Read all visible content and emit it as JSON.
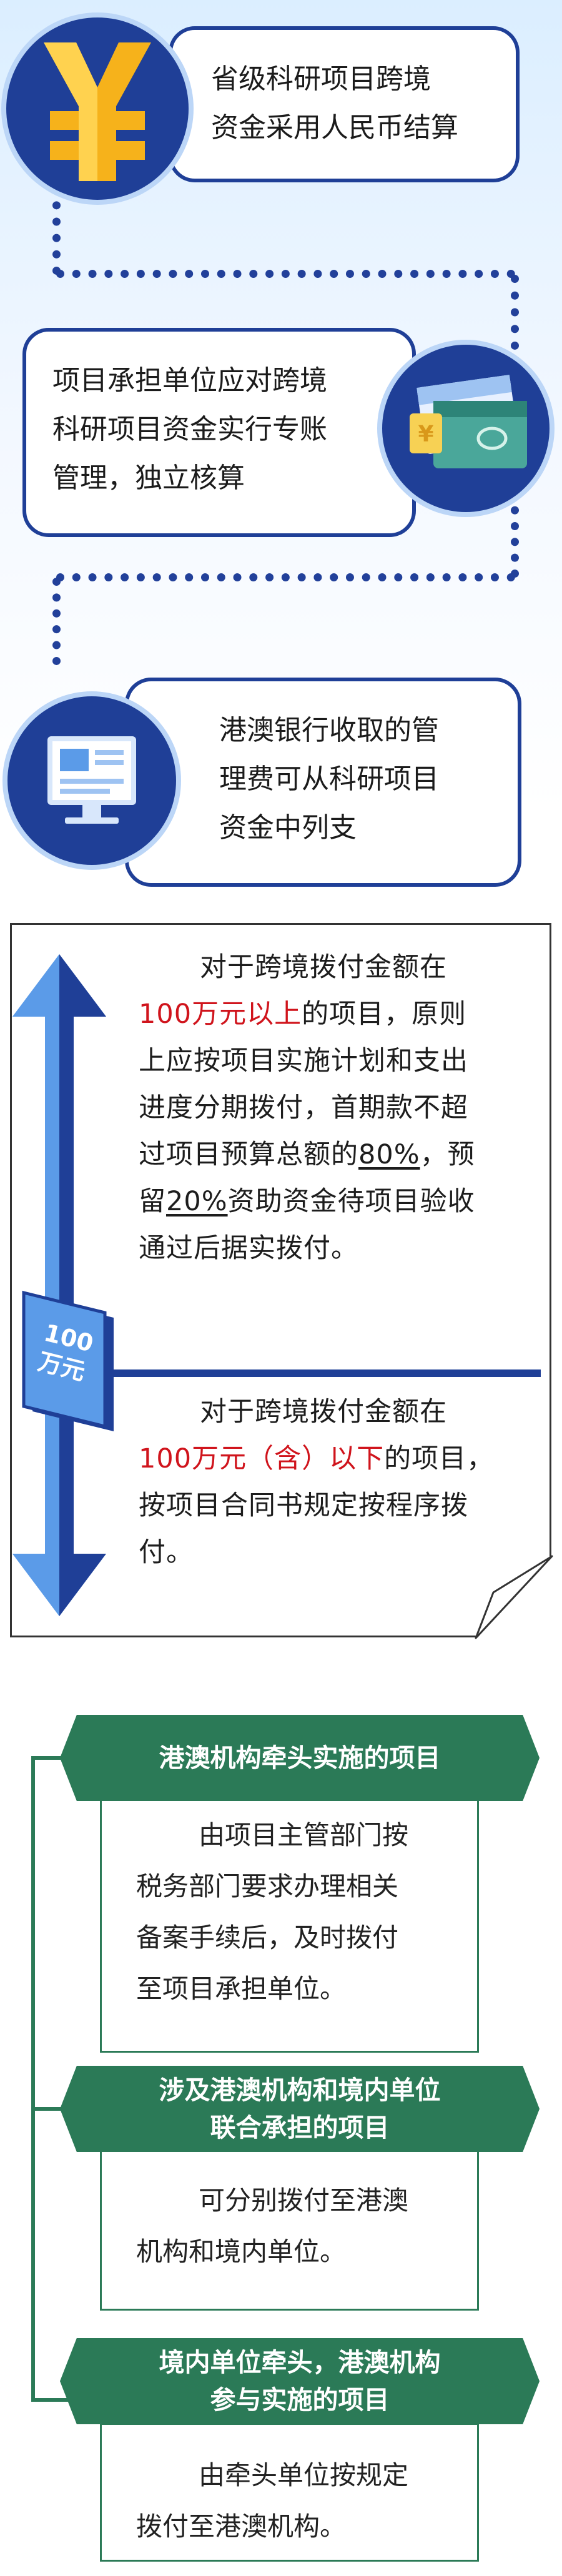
{
  "timeline": {
    "card1": {
      "lines": [
        "省级科研项目跨境",
        "资金采用人民币结算"
      ],
      "icon": "yuan-icon"
    },
    "card2": {
      "lines": [
        "项目承担单位应对跨境",
        "科研项目资金实行专账",
        "管理，独立核算"
      ],
      "icon": "account-cards-icon"
    },
    "card3": {
      "lines": [
        "港澳银行收取的管",
        "理费可从科研项目",
        "资金中列支"
      ],
      "icon": "monitor-icon"
    }
  },
  "payment": {
    "marker_line1": "100",
    "marker_line2": "万元",
    "upper": {
      "l1": "对于跨境拨付金额在",
      "l2_red": "100万元以上",
      "l2_rest": "的项目，原则",
      "l3": "上应按项目实施计划和支出",
      "l4": "进度分期拨付，首期款不超",
      "l5_pre": "过项目预算总额的",
      "l5_ul": "80%",
      "l5_post": "，预",
      "l6_pre": "留",
      "l6_ul": "20%",
      "l6_post": "资助资金待项目验收",
      "l7": "通过后据实拨付。"
    },
    "lower": {
      "l1": "对于跨境拨付金额在",
      "l2_red": "100万元（含）以下",
      "l2_rest": "的项目，",
      "l3": "按项目合同书规定按程序拨",
      "l4": "付。"
    }
  },
  "institutions": [
    {
      "title_lines": [
        "港澳机构牵头实施的项目"
      ],
      "body_lines": [
        "由项目主管部门按",
        "税务部门要求办理相关",
        "备案手续后，及时拨付",
        "至项目承担单位。"
      ]
    },
    {
      "title_lines": [
        "涉及港澳机构和境内单位",
        "联合承担的项目"
      ],
      "body_lines": [
        "可分别拨付至港澳",
        "机构和境内单位。"
      ]
    },
    {
      "title_lines": [
        "境内单位牵头，港澳机构",
        "参与实施的项目"
      ],
      "body_lines": [
        "由牵头单位按规定",
        "拨付至港澳机构。"
      ]
    }
  ],
  "colors": {
    "navy": "#1f3f97",
    "light_blue": "#bcd6f7",
    "arrow_blue": "#5b9be8",
    "red": "#d0141c",
    "green": "#2b7a57"
  }
}
